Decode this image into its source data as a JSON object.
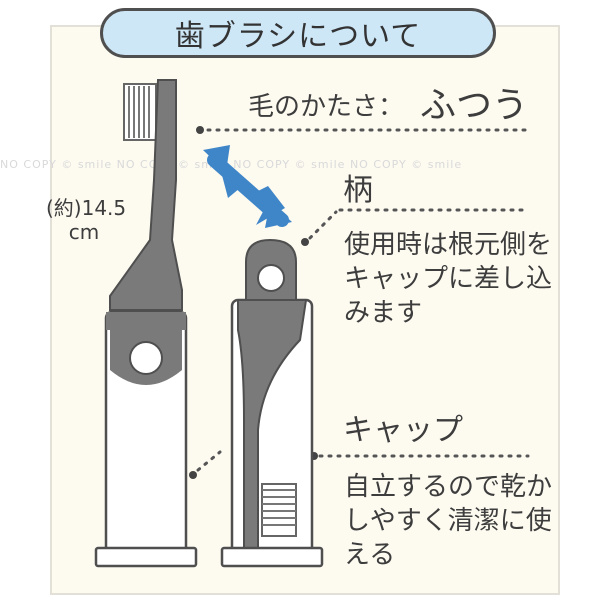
{
  "header": {
    "title": "歯ブラシについて"
  },
  "hardness": {
    "label": "毛のかたさ：",
    "value": "ふつう"
  },
  "length": {
    "label": "(約)14.5\ncm"
  },
  "handle": {
    "label": "柄",
    "description": "使用時は根元側をキャップに差し込みます"
  },
  "cap": {
    "label": "キャップ",
    "description": "自立するので乾かしやすく清潔に使える"
  },
  "watermark": {
    "text": "NO COPY © smile NO COPY © smile NO COPY © smile NO COPY © smile"
  },
  "colors": {
    "gray": "#7a7a7a",
    "dark": "#4f4f4f",
    "arrow": "#3f86c9",
    "pill": "#cde7f7"
  }
}
